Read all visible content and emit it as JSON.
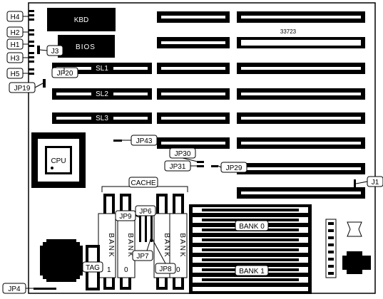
{
  "board_id": "33723",
  "chips": {
    "kbd": "KBD",
    "bios": "BIOS",
    "cpu": "CPU"
  },
  "slots": {
    "sl1": "SL1",
    "sl2": "SL2",
    "sl3": "SL3"
  },
  "jumpers": {
    "h4": "H4",
    "h2": "H2",
    "h1": "H1",
    "h3": "H3",
    "h5": "H5",
    "j3": "J3",
    "jp20": "JP20",
    "jp19": "JP19",
    "jp43": "JP43",
    "jp30": "JP30",
    "jp31": "JP31",
    "jp29": "JP29",
    "j1": "J1",
    "jp9": "JP9",
    "jp6": "JP6",
    "jp7": "JP7",
    "jp8": "JP8",
    "jp4": "JP4"
  },
  "cache": {
    "title": "CACHE",
    "tag": "TAG",
    "bank": "BANK",
    "bank_1_digit": "1",
    "bank_0_digit": "0"
  },
  "memory": {
    "bank0": "BANK 0",
    "bank1": "BANK 1"
  }
}
